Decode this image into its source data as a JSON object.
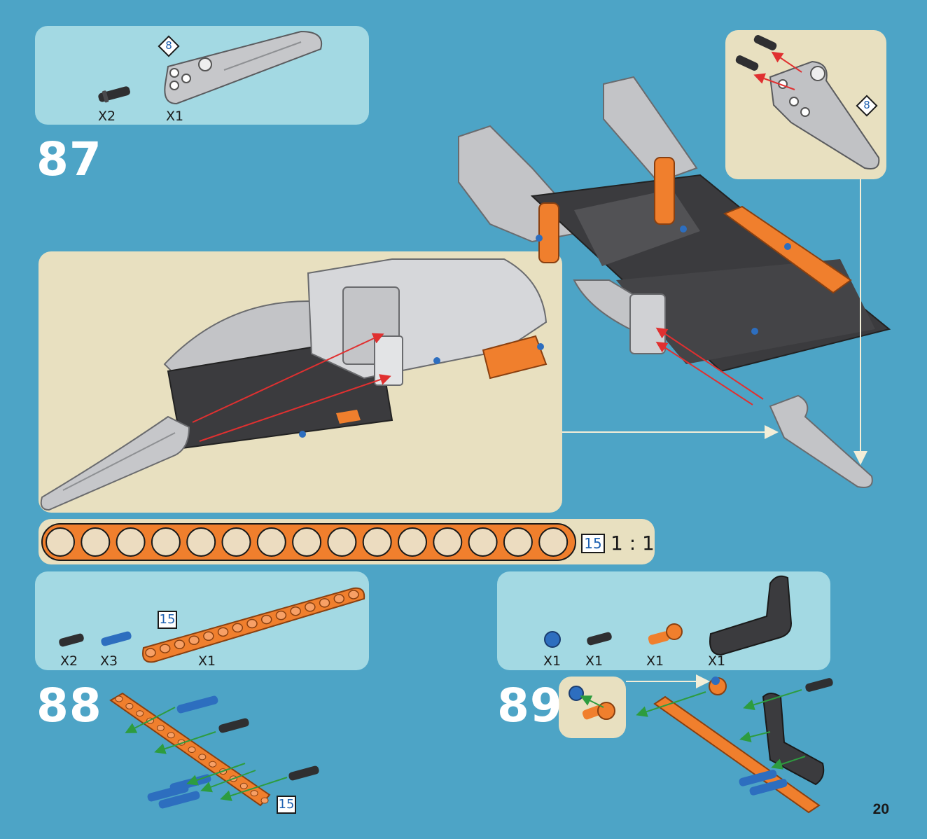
{
  "page": {
    "number": "20"
  },
  "colors": {
    "background": "#4da4c6",
    "panel_blue": "#a3d9e3",
    "panel_tan": "#e8e0c0",
    "beam_orange": "#f07f2d",
    "part_dark": "#3a3a3c",
    "part_grey": "#b5b6b9",
    "pin_blue": "#2d6ebf",
    "arrow_red": "#e03030",
    "arrow_green": "#2d9c3f"
  },
  "step87": {
    "number": "87",
    "parts": [
      {
        "icon": "black-friction-pin-icon",
        "qty": "X2"
      },
      {
        "icon": "grey-wing-panel-icon",
        "qty": "X1"
      }
    ],
    "diamond": "8",
    "sub_diamond": "8"
  },
  "ruler": {
    "holes": 15,
    "size_label": "15",
    "scale": "1 : 1"
  },
  "step88": {
    "number": "88",
    "parts": [
      {
        "icon": "black-friction-pin-icon",
        "qty": "X2"
      },
      {
        "icon": "blue-long-pin-icon",
        "qty": "X3"
      },
      {
        "icon": "orange-beam-15-icon",
        "qty": "X1"
      }
    ],
    "beam_label": "15",
    "assembly_label": "15"
  },
  "step89": {
    "number": "89",
    "parts": [
      {
        "icon": "blue-bush-icon",
        "qty": "X1"
      },
      {
        "icon": "black-friction-pin-icon",
        "qty": "X1"
      },
      {
        "icon": "orange-pin-connector-icon",
        "qty": "X1"
      },
      {
        "icon": "black-angle-beam-icon",
        "qty": "X1"
      }
    ]
  }
}
